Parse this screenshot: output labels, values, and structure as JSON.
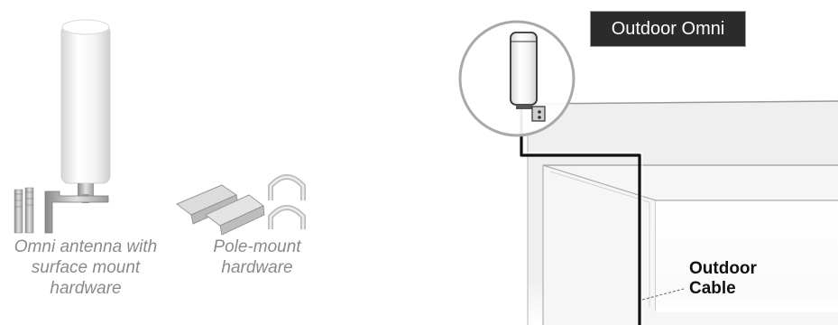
{
  "captions": {
    "omni_antenna": [
      "Omni antenna with",
      "surface mount",
      "hardware"
    ],
    "pole_mount": [
      "Pole-mount",
      "hardware"
    ]
  },
  "callout": {
    "title": "Outdoor Omni"
  },
  "cable": {
    "label": [
      "Outdoor",
      "Cable"
    ]
  }
}
